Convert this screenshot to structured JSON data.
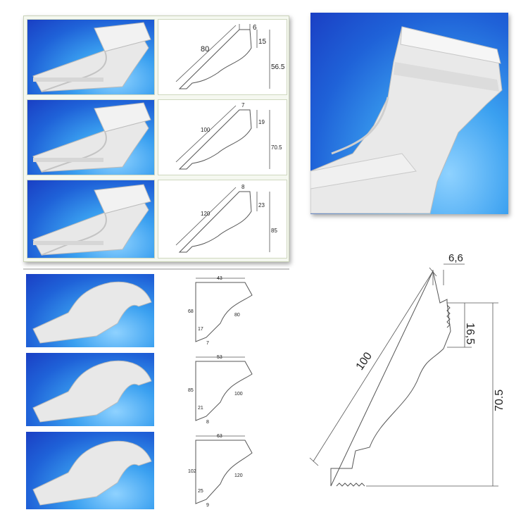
{
  "top_left": {
    "rows": [
      {
        "labels": [
          "6",
          "15",
          "56.5",
          "80"
        ]
      },
      {
        "labels": [
          "7",
          "19",
          "70.5",
          "100"
        ]
      },
      {
        "labels": [
          "8",
          "23",
          "85",
          "120"
        ]
      }
    ]
  },
  "bottom_left": {
    "rows": [
      {
        "labels": [
          "43",
          "68",
          "17",
          "7",
          "80"
        ]
      },
      {
        "labels": [
          "53",
          "85",
          "21",
          "8",
          "100"
        ]
      },
      {
        "labels": [
          "63",
          "102",
          "25",
          "9",
          "120"
        ]
      }
    ]
  },
  "large_drawing": {
    "labels": {
      "top": "6,6",
      "mid": "16,5",
      "height": "70.5",
      "diag": "100"
    }
  },
  "colors": {
    "sky_dark": "#1a3fc4",
    "sky_light": "#8fd2ff",
    "molding": "#e6e6e6",
    "frame": "#c9d2b8"
  }
}
